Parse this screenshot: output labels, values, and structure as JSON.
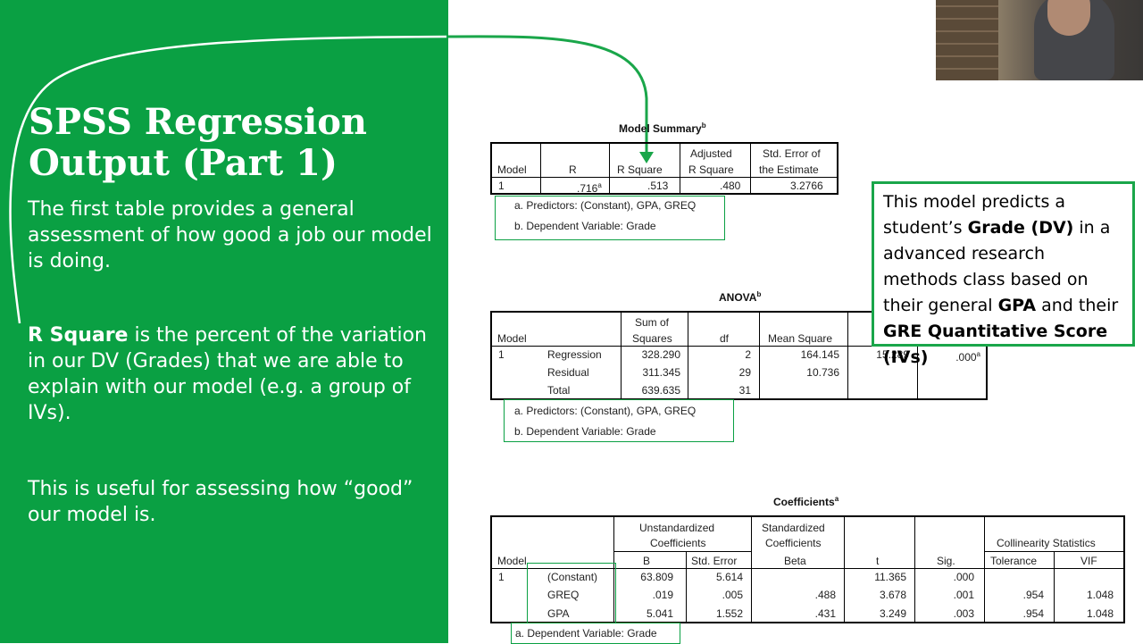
{
  "slide": {
    "title_line1": "SPSS Regression",
    "title_line2": "Output (Part 1)",
    "para1": "The first table provides a general assessment of how good a job our model is doing.",
    "para2_bold": "R Square",
    "para2_rest": " is the percent of the variation in our DV (Grades) that we are able to explain with our model (e.g. a group of IVs).",
    "para3": "This is useful for assessing how “good” our model is."
  },
  "callout": {
    "t1": "This model predicts a student’s ",
    "b1": "Grade (DV)",
    "t2": " in a advanced research methods class based on their general ",
    "b2": "GPA",
    "t3": " and their ",
    "b3": "GRE Quantitative Score (IVs)"
  },
  "model_summary": {
    "caption": "Model Summary",
    "caption_sup": "b",
    "headers": [
      "Model",
      "R",
      "R Square",
      "Adjusted",
      "R Square",
      "Std. Error of",
      "the Estimate"
    ],
    "row": [
      "1",
      ".716",
      "a",
      ".513",
      ".480",
      "3.2766"
    ],
    "note_a": "a. Predictors: (Constant), GPA, GREQ",
    "note_b": "b. Dependent Variable: Grade"
  },
  "anova": {
    "caption": "ANOVA",
    "caption_sup": "b",
    "headers": [
      "Model",
      "Sum of",
      "Squares",
      "df",
      "Mean Square"
    ],
    "model_num": "1",
    "rows": [
      {
        "label": "Regression",
        "ss": "328.290",
        "df": "2",
        "ms": "164.145",
        "f": "15.289",
        "sig": ".000",
        "sig_sup": "a"
      },
      {
        "label": "Residual",
        "ss": "311.345",
        "df": "29",
        "ms": "10.736",
        "f": "",
        "sig": "",
        "sig_sup": ""
      },
      {
        "label": "Total",
        "ss": "639.635",
        "df": "31",
        "ms": "",
        "f": "",
        "sig": "",
        "sig_sup": ""
      }
    ],
    "note_a": "a. Predictors: (Constant), GPA, GREQ",
    "note_b": "b. Dependent Variable: Grade"
  },
  "coefficients": {
    "caption": "Coefficients",
    "caption_sup": "a",
    "h_unstd1": "Unstandardized",
    "h_unstd2": "Coefficients",
    "h_std1": "Standardized",
    "h_std2": "Coefficients",
    "h_coll": "Collinearity Statistics",
    "h_model": "Model",
    "h_b": "B",
    "h_se": "Std. Error",
    "h_beta": "Beta",
    "h_t": "t",
    "h_sig": "Sig.",
    "h_tol": "Tolerance",
    "h_vif": "VIF",
    "model_num": "1",
    "rows": [
      {
        "label": "(Constant)",
        "b": "63.809",
        "se": "5.614",
        "beta": "",
        "t": "11.365",
        "sig": ".000",
        "tol": "",
        "vif": ""
      },
      {
        "label": "GREQ",
        "b": ".019",
        "se": ".005",
        "beta": ".488",
        "t": "3.678",
        "sig": ".001",
        "tol": ".954",
        "vif": "1.048"
      },
      {
        "label": "GPA",
        "b": "5.041",
        "se": "1.552",
        "beta": ".431",
        "t": "3.249",
        "sig": ".003",
        "tol": ".954",
        "vif": "1.048"
      }
    ],
    "note_a": "a. Dependent Variable: Grade"
  },
  "colors": {
    "slide_green": "#0aa043",
    "arrow_green": "#1aa64a"
  }
}
